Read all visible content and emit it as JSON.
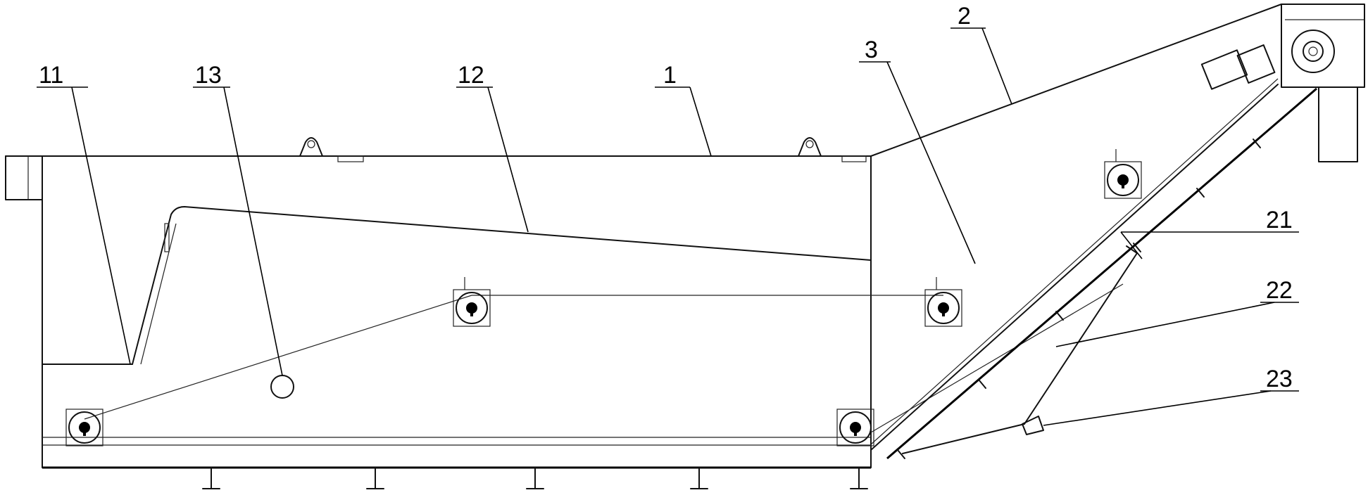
{
  "callouts": {
    "c1": "1",
    "c2": "2",
    "c3": "3",
    "c11": "11",
    "c12": "12",
    "c13": "13",
    "c21": "21",
    "c22": "22",
    "c23": "23"
  },
  "colors": {
    "line": "#000000",
    "background": "#ffffff"
  }
}
